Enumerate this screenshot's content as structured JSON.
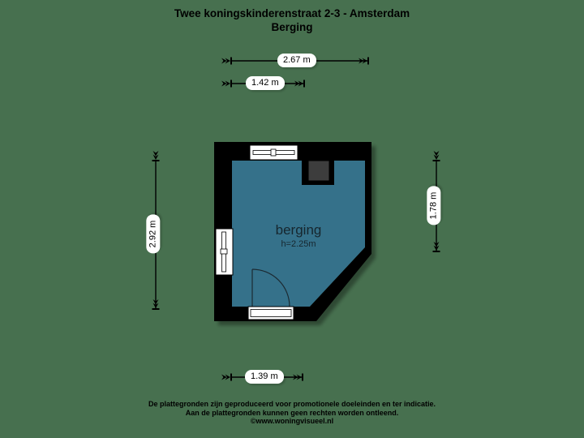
{
  "title": {
    "line1": "Twee koningskinderenstraat 2-3 - Amsterdam",
    "line2": "Berging"
  },
  "room": {
    "name": "berging",
    "height_label": "h=2.25m"
  },
  "dimensions": {
    "top_outer": "2.67 m",
    "top_inner": "1.42 m",
    "left": "2.92 m",
    "right": "1.78 m",
    "bottom": "1.39 m"
  },
  "footer": {
    "line1": "De plattegronden zijn geproduceerd voor promotionele doeleinden en ter indicatie.",
    "line2": "Aan de plattegronden kunnen geen rechten worden ontleend.",
    "line3": "©www.woningvisueel.nl"
  },
  "colors": {
    "background": "#47704F",
    "room_fill": "#35718A",
    "wall": "#000000",
    "shaft": "#3C3C3C",
    "label_background": "#FFFFFF",
    "text": "#000000",
    "room_text": "#16262E"
  }
}
